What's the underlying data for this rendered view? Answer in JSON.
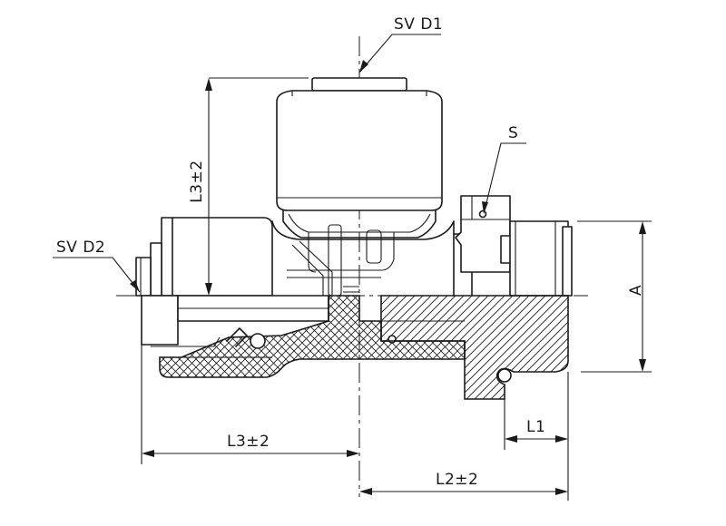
{
  "labels": {
    "sv_d1": "SV D1",
    "sv_d2": "SV D2",
    "s": "S",
    "a": "A",
    "l1": "L1",
    "l2": "L2±2",
    "l3_horizontal": "L3±2",
    "l3_vertical": "L3±2"
  }
}
